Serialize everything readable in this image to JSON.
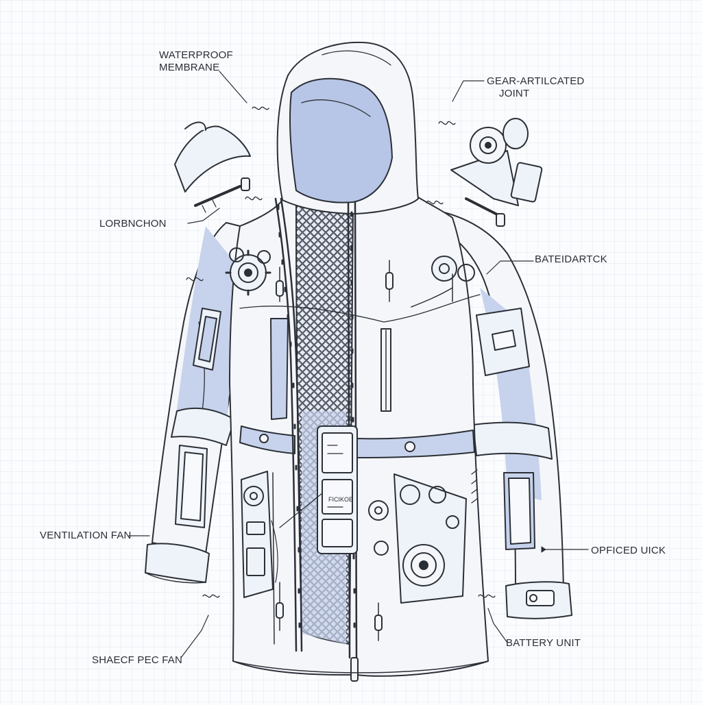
{
  "colors": {
    "ink": "#2b2f36",
    "panel_blue": "#c7d3ec",
    "lining_blue": "#b7c6e6",
    "fabric": "#f4f6fa",
    "background": "#fbfcfe"
  },
  "labels": {
    "waterproof_membrane": [
      "WATERPROOF",
      "MEMBRANE"
    ],
    "gear_articulated_joint": [
      "GEAR-ARTILCATED",
      "JOINT"
    ],
    "lorbnchon": "LORBNCHON",
    "bateidartck": "BATEIDARTCK",
    "ventilation_fan": "VENTILATION FAN",
    "officed_uick": "OPFICED UICK",
    "battery_unit": "BATTERY UNIT",
    "shaecf_pec_fan": "SHAECF PEC FAN",
    "device_screen": "FICIKOE"
  }
}
